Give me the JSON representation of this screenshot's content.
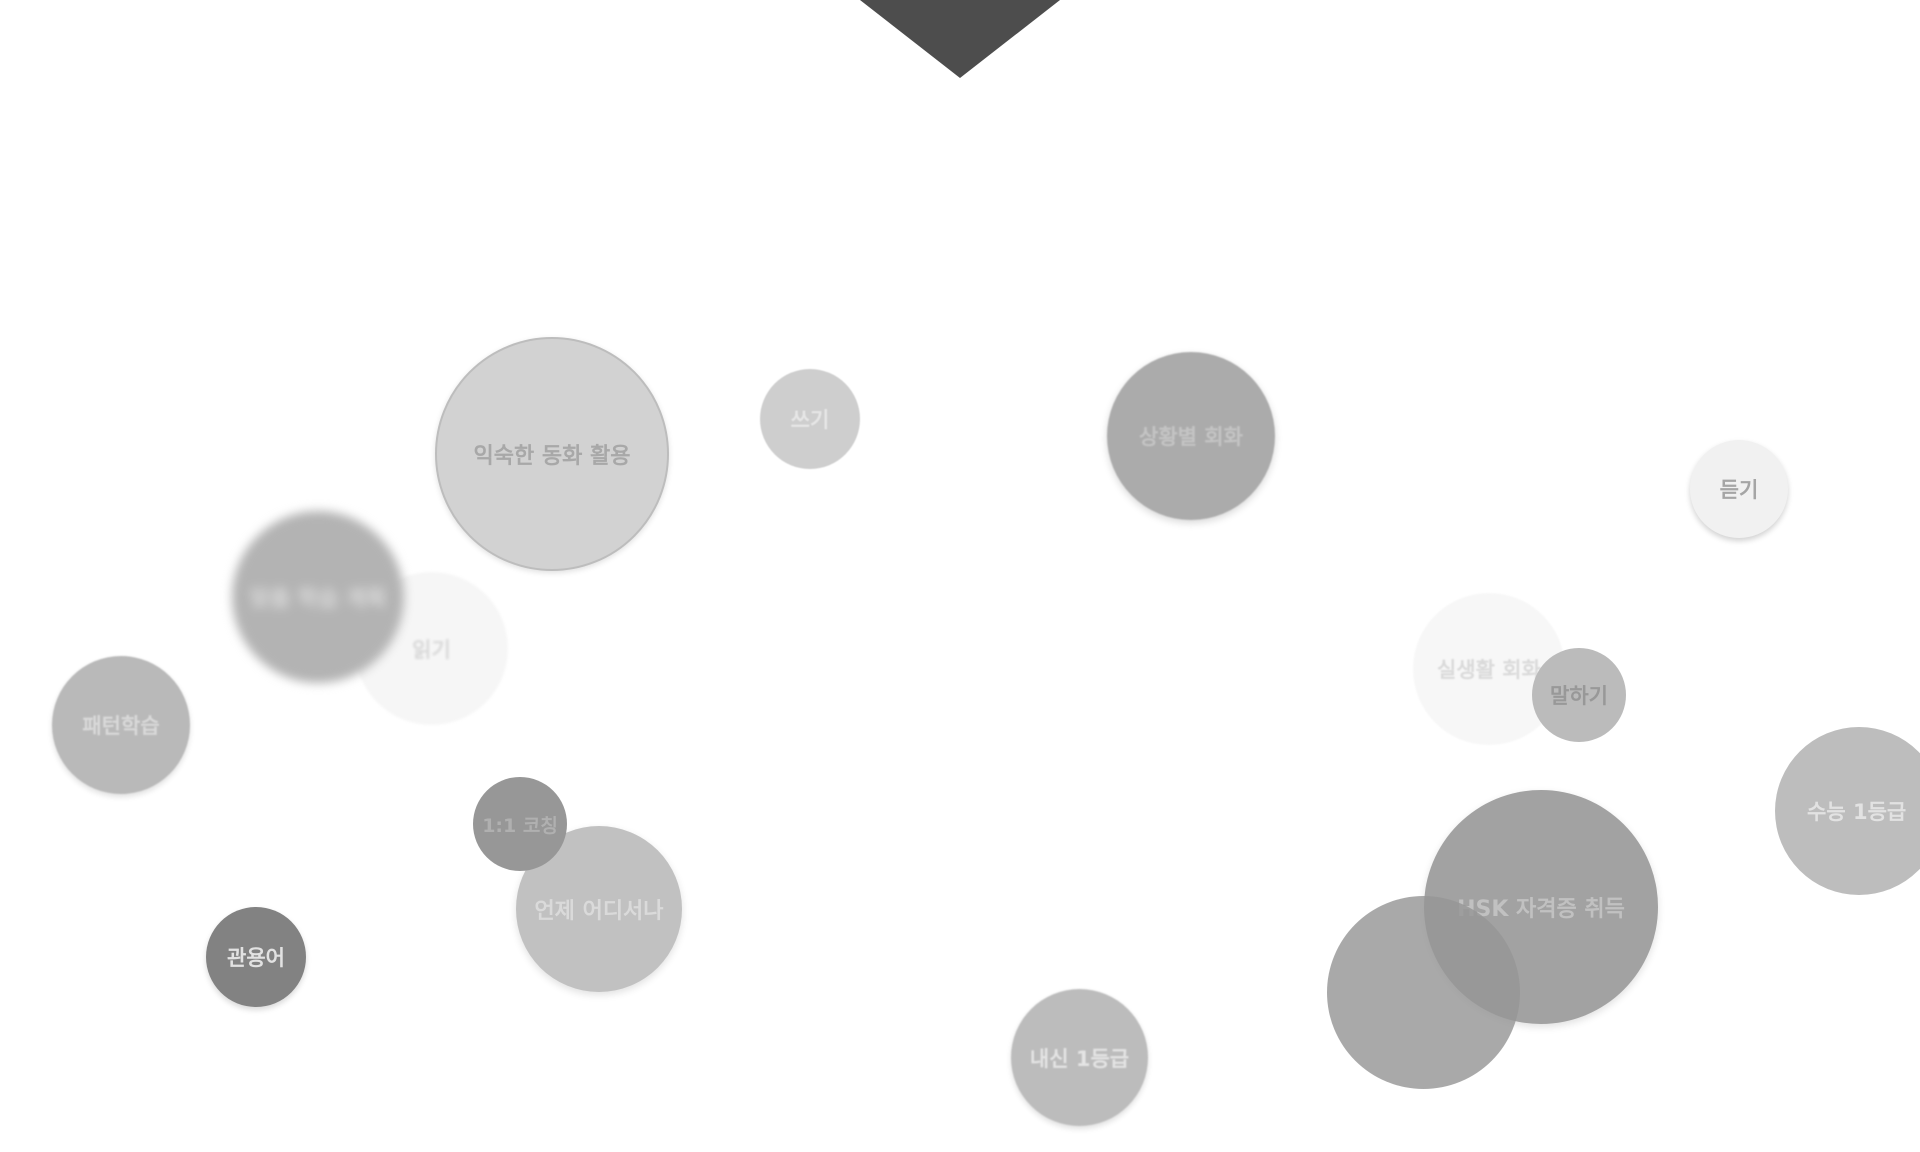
{
  "bubbles": {
    "fairy_tale": "익숙한 동화 활용",
    "writing": "쓰기",
    "situational_conversation": "상황별 회화",
    "listening": "듣기",
    "custom_plan": "맞춤 학습 계획",
    "reading": "읽기",
    "pattern_learning": "패턴학습",
    "daily_conversation": "실생활 회화",
    "speaking": "말하기",
    "coaching": "1:1 코칭",
    "anytime_anywhere": "언제 어디서나",
    "suneung": "수능 1등급",
    "hsk": "HSK 자격증 취득",
    "idioms": "관용어",
    "naesin": "내신 1등급"
  },
  "colors": {
    "pointer": "#4d4d4d",
    "background": "#ffffff"
  }
}
